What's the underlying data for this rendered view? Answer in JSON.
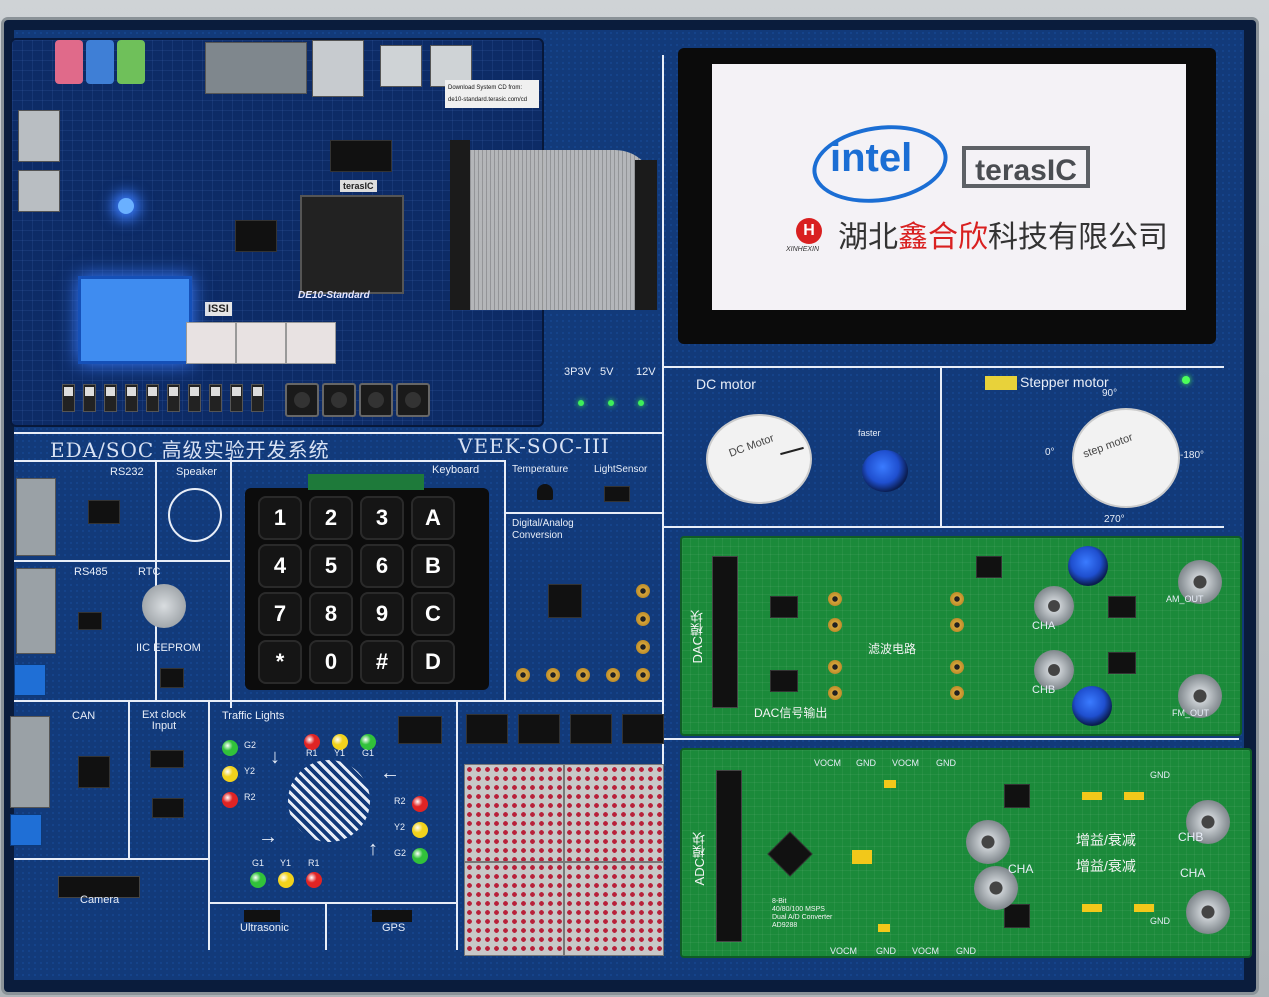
{
  "board": {
    "title_left": "EDA/SOC 高级实验开发系统",
    "title_right": "VEEK-SOC-III",
    "fpga_board_name": "DE10-Standard",
    "fpga_brand": "terasIC",
    "memory_brand": "ISSI",
    "download_note_1": "Download System CD from:",
    "download_note_2": "de10-standard.terasic.com/cd"
  },
  "power": {
    "labels": [
      "3P3V",
      "5V",
      "12V"
    ],
    "led_color": "#3ef05a"
  },
  "display": {
    "logo_intel": "intel",
    "logo_terasic": "terasIC",
    "company_prefix": "湖北",
    "company_highlight": "鑫合欣",
    "company_suffix": "科技有限公司",
    "company_logo_text": "XINHEXIN",
    "highlight_color": "#d92020"
  },
  "motors": {
    "dc_label": "DC motor",
    "dc_disk": "DC Motor",
    "faster_label": "faster",
    "stepper_label": "Stepper motor",
    "stepper_disk": "step motor",
    "angle_90": "90°",
    "angle_0": "0°",
    "angle_180": "-180°",
    "angle_270": "270°"
  },
  "modules": {
    "rs232": "RS232",
    "speaker": "Speaker",
    "keyboard": "Keyboard",
    "temperature": "Temperature",
    "light_sensor": "LightSensor",
    "dac_conv_1": "Digital/Analog",
    "dac_conv_2": "Conversion",
    "rs485": "RS485",
    "rtc": "RTC",
    "iic_eeprom": "IIC EEPROM",
    "can": "CAN",
    "ext_clock_1": "Ext clock",
    "ext_clock_2": "Input",
    "traffic_lights": "Traffic Lights",
    "camera": "Camera",
    "ultrasonic": "Ultrasonic",
    "gps": "GPS"
  },
  "keypad": {
    "keys": [
      "1",
      "2",
      "3",
      "A",
      "4",
      "5",
      "6",
      "B",
      "7",
      "8",
      "9",
      "C",
      "*",
      "0",
      "#",
      "D"
    ]
  },
  "traffic": {
    "top": [
      "R1",
      "Y1",
      "G1"
    ],
    "left": [
      "G2",
      "Y2",
      "R2"
    ],
    "right": [
      "R2",
      "Y2",
      "G2"
    ],
    "bottom": [
      "G1",
      "Y1",
      "R1"
    ],
    "colors": {
      "red": "#e02424",
      "yellow": "#f2d21c",
      "green": "#31c23a"
    }
  },
  "dac_module": {
    "side_label": "DAC模块",
    "output_label": "DAC信号输出",
    "filter_label": "滤波电路",
    "cha": "CHA",
    "chb": "CHB",
    "am_out": "AM_OUT",
    "fm_out": "FM_OUT"
  },
  "adc_module": {
    "side_label": "ADC模块",
    "gain_label": "增益/衰减",
    "cha": "CHA",
    "chb": "CHB",
    "vocm": "VOCM",
    "gnd": "GND",
    "chip_desc_1": "8-Bit",
    "chip_desc_2": "40/80/100 MSPS",
    "chip_desc_3": "Dual A/D Converter",
    "chip_desc_4": "AD9288"
  }
}
